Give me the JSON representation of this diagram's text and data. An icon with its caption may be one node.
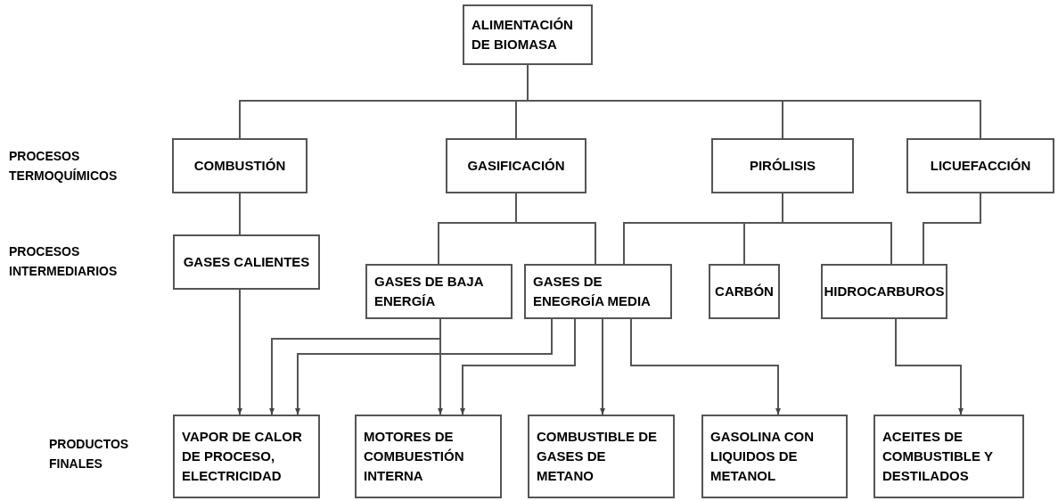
{
  "diagram": {
    "nodes": [
      {
        "text": [
          "ALIMENTACIÓN DE BIOMASA"
        ]
      },
      {
        "text": [
          "COMBUSTIÓN"
        ]
      },
      {
        "text": [
          "GASIFICACIÓN"
        ]
      },
      {
        "text": [
          "PIRÓLISIS"
        ]
      },
      {
        "text": [
          "LICUEFACCIÓN"
        ]
      },
      {
        "text": [
          "GASES CALIENTES"
        ]
      },
      {
        "text": [
          "GASES DE BAJA ENERGÍA"
        ]
      },
      {
        "text": [
          "GASES DE ENEGRGÍA MEDIA"
        ]
      },
      {
        "text": [
          "CARBÓN"
        ]
      },
      {
        "text": [
          "HIDROCARBUROS"
        ]
      },
      {
        "text": [
          "VAPOR DE CALOR DE PROCESO, ELECTRICIDAD"
        ]
      },
      {
        "text": [
          "MOTORES DE COMBUESTIÓN INTERNA"
        ]
      },
      {
        "text": [
          "COMBUSTIBLE DE GASES DE METANO"
        ]
      },
      {
        "text": [
          "GASOLINA CON LIQUIDOS DE METANOL"
        ]
      },
      {
        "text": [
          "ACEITES DE COMBUSTIBLE Y DESTILADOS"
        ]
      }
    ],
    "edges": [
      {
        "from": 0,
        "to": 1,
        "arrow": "none"
      },
      {
        "from": 0,
        "to": 2,
        "arrow": "none"
      },
      {
        "from": 0,
        "to": 3,
        "arrow": "none"
      },
      {
        "from": 0,
        "to": 4,
        "arrow": "none"
      },
      {
        "from": 1,
        "to": 5,
        "arrow": "none"
      },
      {
        "from": 2,
        "to": 6,
        "arrow": "none"
      },
      {
        "from": 2,
        "to": 7,
        "arrow": "none"
      },
      {
        "from": 3,
        "to": 7,
        "arrow": "none"
      },
      {
        "from": 3,
        "to": 8,
        "arrow": "none"
      },
      {
        "from": 3,
        "to": 9,
        "arrow": "none"
      },
      {
        "from": 4,
        "to": 9,
        "arrow": "none"
      },
      {
        "from": 5,
        "to": 10,
        "arrow": "to"
      },
      {
        "from": 6,
        "to": 10,
        "arrow": "to"
      },
      {
        "from": 7,
        "to": 10,
        "arrow": "to"
      },
      {
        "from": 6,
        "to": 11,
        "arrow": "to"
      },
      {
        "from": 7,
        "to": 11,
        "arrow": "to"
      },
      {
        "from": 7,
        "to": 12,
        "arrow": "to"
      },
      {
        "from": 7,
        "to": 13,
        "arrow": "to"
      },
      {
        "from": 9,
        "to": 14,
        "arrow": "to"
      }
    ],
    "labels": [
      "PROCESOS TERMOQUÍMICOS",
      "PROCESOS INTERMEDIARIOS",
      "PRODUCTOS FINALES"
    ]
  }
}
